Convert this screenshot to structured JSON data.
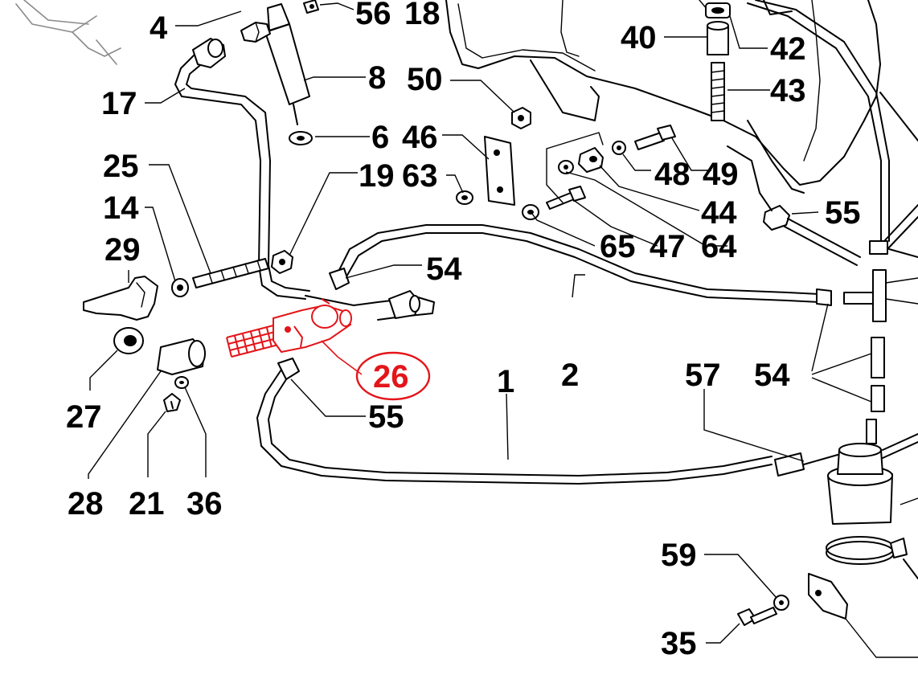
{
  "diagram": {
    "highlight_color": "#e3151a",
    "line_color": "#000000",
    "highlighted_part": "26",
    "callouts": [
      {
        "id": "c4",
        "text": "4"
      },
      {
        "id": "c56",
        "text": "56"
      },
      {
        "id": "c18",
        "text": "18"
      },
      {
        "id": "c8",
        "text": "8"
      },
      {
        "id": "c17",
        "text": "17"
      },
      {
        "id": "c6",
        "text": "6"
      },
      {
        "id": "c50",
        "text": "50"
      },
      {
        "id": "c46",
        "text": "46"
      },
      {
        "id": "c40",
        "text": "40"
      },
      {
        "id": "c42",
        "text": "42"
      },
      {
        "id": "c43",
        "text": "43"
      },
      {
        "id": "c48",
        "text": "48"
      },
      {
        "id": "c49",
        "text": "49"
      },
      {
        "id": "c44",
        "text": "44"
      },
      {
        "id": "c55a",
        "text": "55"
      },
      {
        "id": "c25",
        "text": "25"
      },
      {
        "id": "c19",
        "text": "19"
      },
      {
        "id": "c63",
        "text": "63"
      },
      {
        "id": "c14",
        "text": "14"
      },
      {
        "id": "c29",
        "text": "29"
      },
      {
        "id": "c65",
        "text": "65"
      },
      {
        "id": "c47",
        "text": "47"
      },
      {
        "id": "c64",
        "text": "64"
      },
      {
        "id": "c54a",
        "text": "54"
      },
      {
        "id": "c26",
        "text": "26"
      },
      {
        "id": "c2",
        "text": "2"
      },
      {
        "id": "c1",
        "text": "1"
      },
      {
        "id": "c57",
        "text": "57"
      },
      {
        "id": "c54b",
        "text": "54"
      },
      {
        "id": "c27",
        "text": "27"
      },
      {
        "id": "c55b",
        "text": "55"
      },
      {
        "id": "c28",
        "text": "28"
      },
      {
        "id": "c21",
        "text": "21"
      },
      {
        "id": "c36",
        "text": "36"
      },
      {
        "id": "c59",
        "text": "59"
      },
      {
        "id": "c35",
        "text": "35"
      }
    ]
  }
}
